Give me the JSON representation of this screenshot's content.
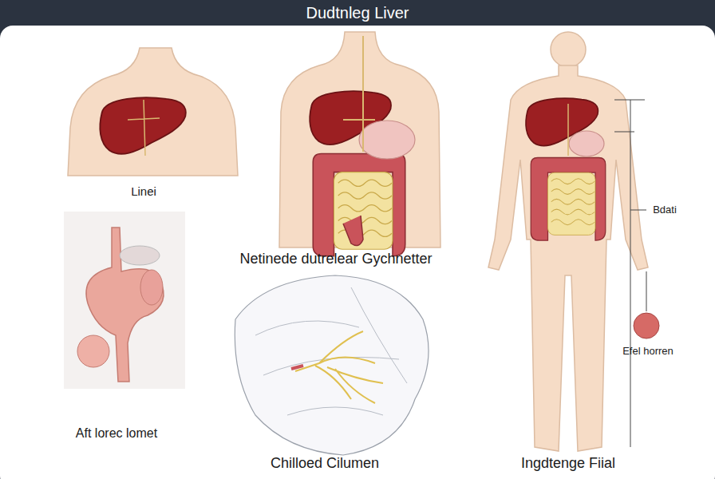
{
  "diagram": {
    "title": "Dudtnleg Liver",
    "labels": [
      "Linei",
      "Netinede dutrelear Gychnetter",
      "Bdati",
      "Efel horren",
      "Aft lorec lomet",
      "Chilloed Cilumen",
      "Ingdtenge Fiial"
    ]
  }
}
